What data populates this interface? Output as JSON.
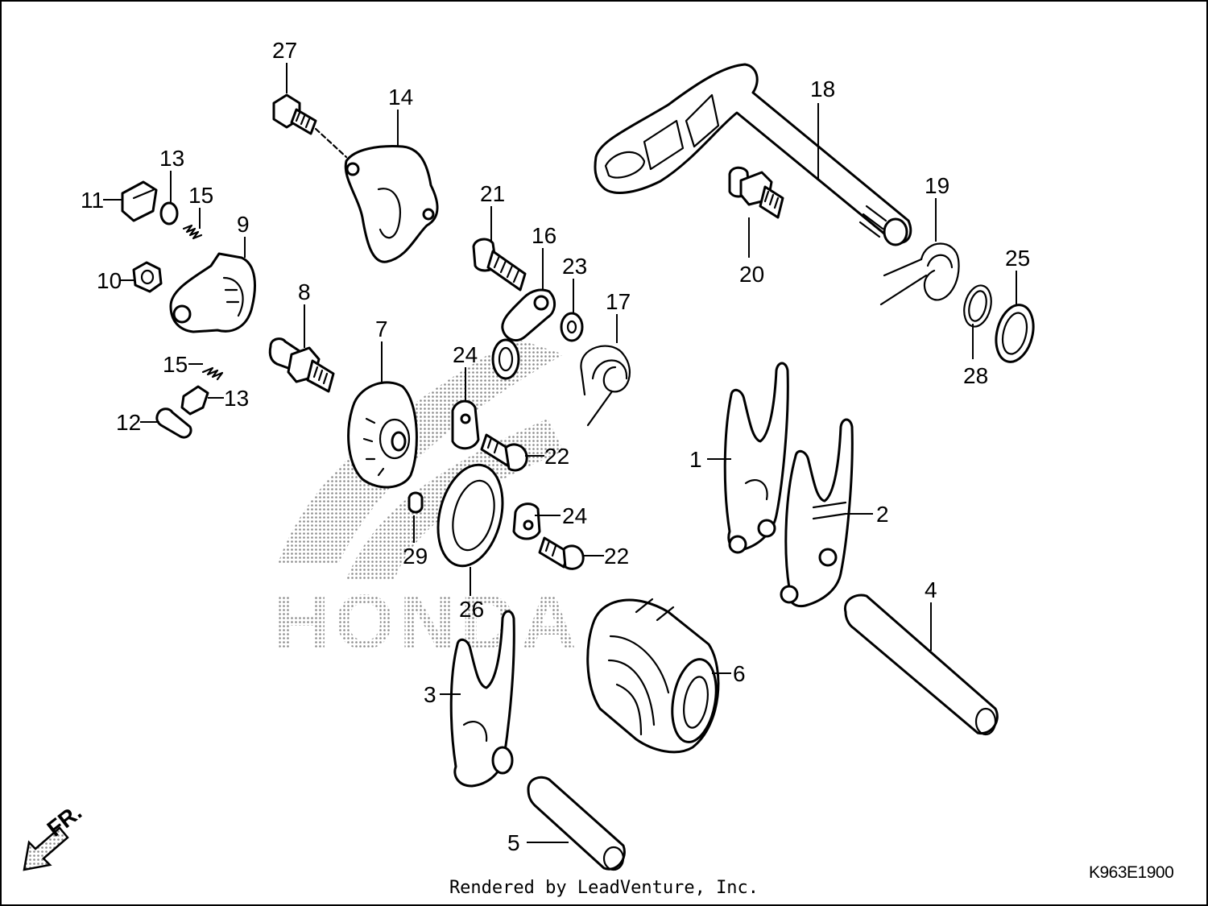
{
  "diagram": {
    "callouts": [
      "1",
      "2",
      "3",
      "4",
      "5",
      "6",
      "7",
      "8",
      "9",
      "10",
      "11",
      "12",
      "13",
      "14",
      "15",
      "16",
      "17",
      "18",
      "19",
      "20",
      "21",
      "22",
      "23",
      "24",
      "25",
      "26",
      "27",
      "28",
      "29"
    ],
    "watermark": "HONDA",
    "direction_label": "FR.",
    "diagram_code": "K963E1900",
    "credit": "Rendered by LeadVenture, Inc.",
    "colors": {
      "line": "#000000",
      "background": "#ffffff",
      "watermark": "#9a9a9a"
    }
  }
}
